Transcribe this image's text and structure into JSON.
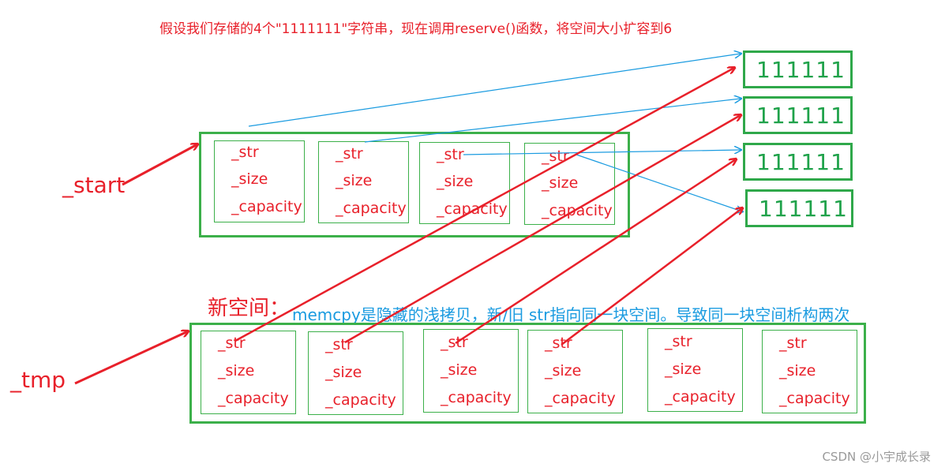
{
  "title": "假设我们存储的4个\"1111111\"字符串，现在调用reserve()函数，将空间大小扩容到6",
  "labels": {
    "start": "_start",
    "tmp": "_tmp",
    "new_space": "新空间：",
    "note": "memcpy是隐藏的浅拷贝，新/旧 str指向同一块空间。导致同一块空间析构两次"
  },
  "fields": {
    "str": "_str",
    "size": "_size",
    "capacity": "_capacity"
  },
  "strings": [
    "111111",
    "111111",
    "111111",
    "111111"
  ],
  "old_cell_count": 4,
  "new_cell_count": 6,
  "watermark": "CSDN @小宇成长录",
  "colors": {
    "red": "#e8202a",
    "green": "#3cb04a",
    "blue": "#1a9be0"
  }
}
